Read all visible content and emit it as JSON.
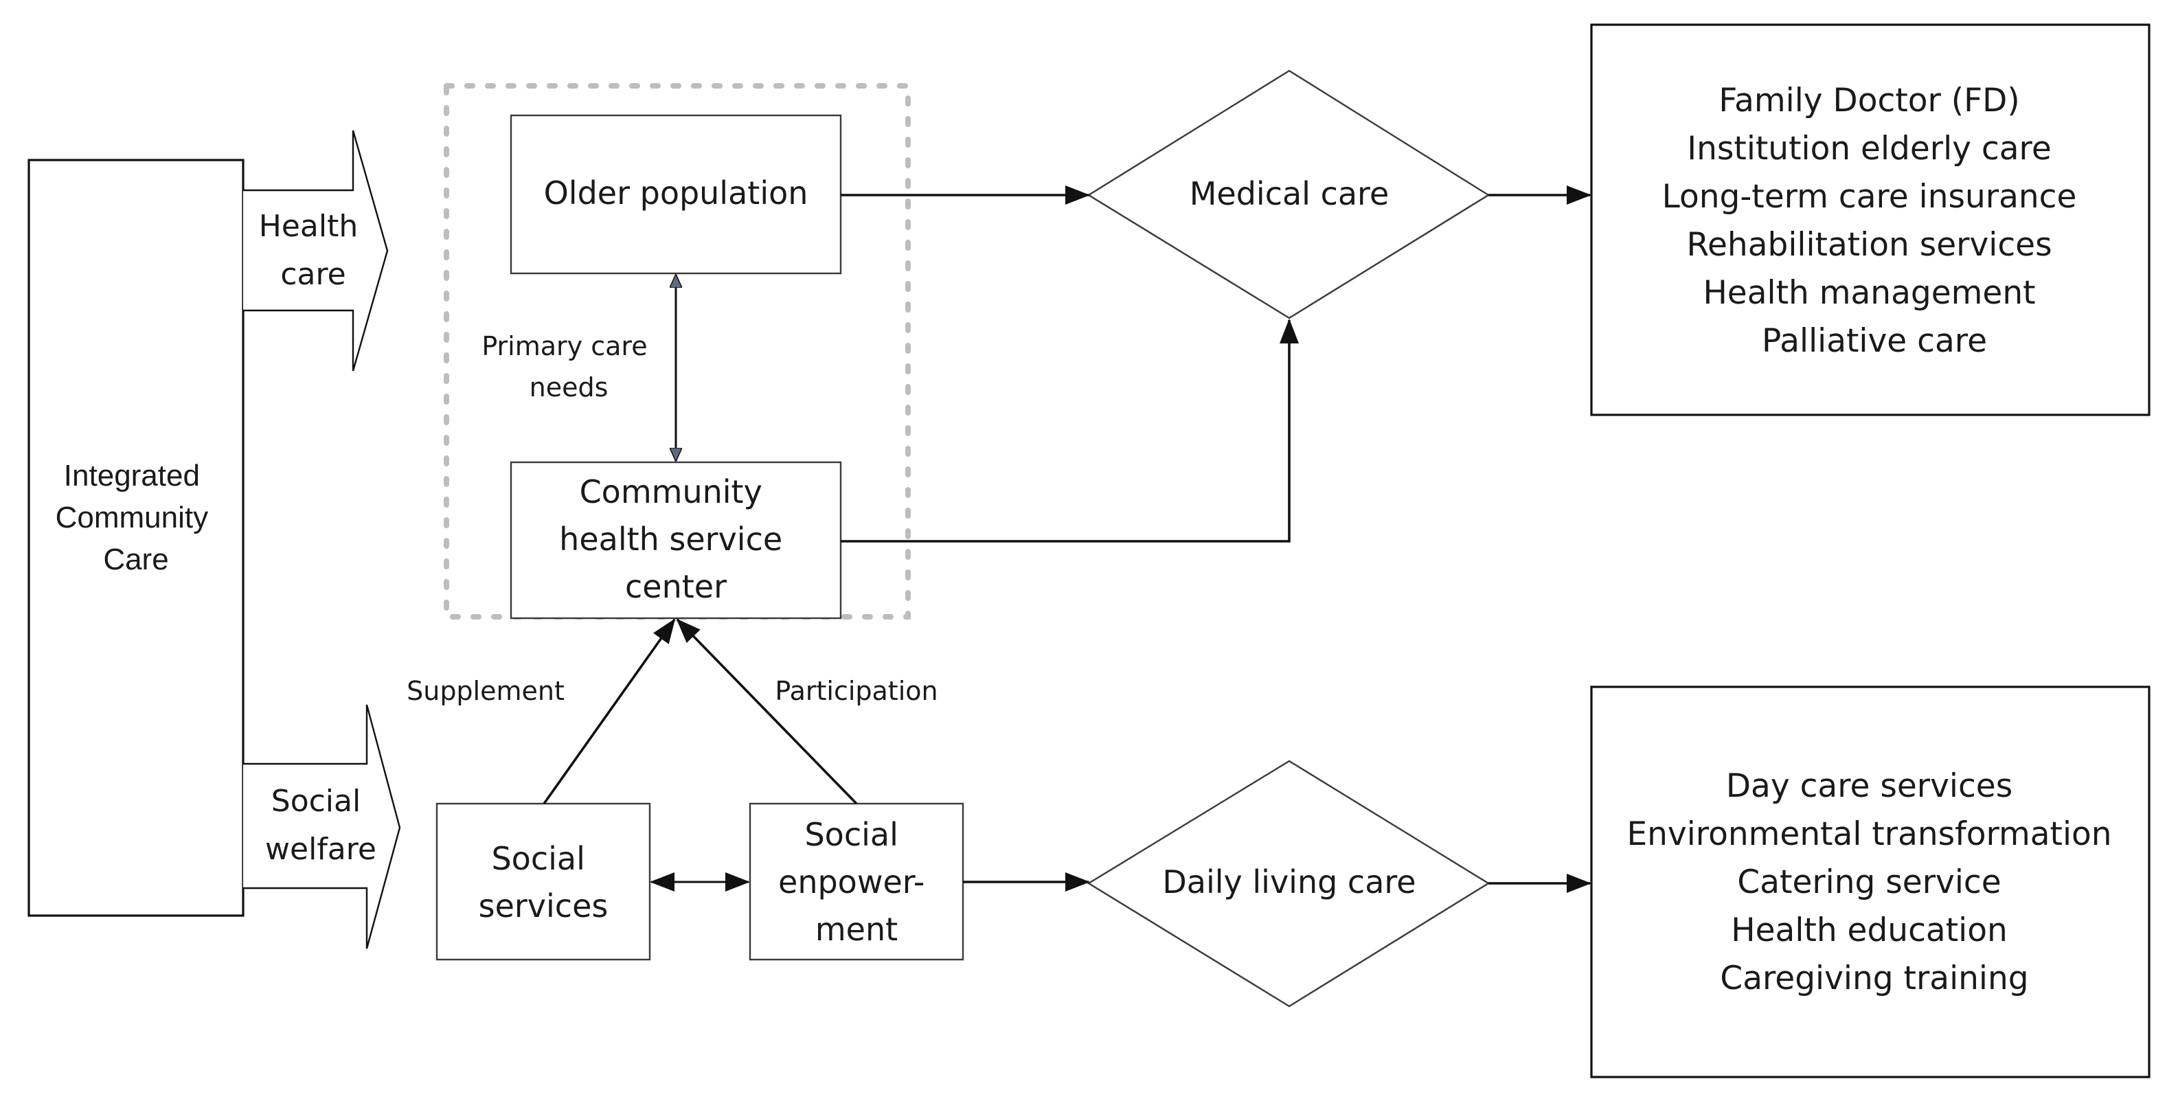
{
  "left_box": {
    "lines": [
      "Integrated",
      "Community",
      "Care"
    ]
  },
  "block_arrows": {
    "health_care": [
      "Health",
      "care"
    ],
    "social_welfare": [
      "Social",
      "welfare"
    ]
  },
  "nodes": {
    "older_population": "Older population",
    "community_center": [
      "Community",
      "health service",
      "center"
    ],
    "social_services": [
      "Social",
      "services"
    ],
    "social_empowerment": [
      "Social",
      "enpower-",
      "ment"
    ]
  },
  "decisions": {
    "medical_care": "Medical care",
    "daily_living_care": "Daily living care"
  },
  "edge_labels": {
    "primary_care_needs": [
      "Primary care",
      "needs"
    ],
    "supplement": "Supplement",
    "participation": "Participation"
  },
  "medical_outcomes": [
    "Family Doctor (FD)",
    "Institution elderly care",
    "Long-term care insurance",
    "Rehabilitation services",
    "Health management",
    "Palliative care"
  ],
  "daily_outcomes": [
    "Day care services",
    "Environmental transformation",
    "Catering service",
    "Health education",
    "Caregiving training"
  ],
  "colors": {
    "stroke": "#111111",
    "box_stroke": "#3a3a3a",
    "dotted_group": "#bdbdbd",
    "text": "#1a1a1a"
  }
}
